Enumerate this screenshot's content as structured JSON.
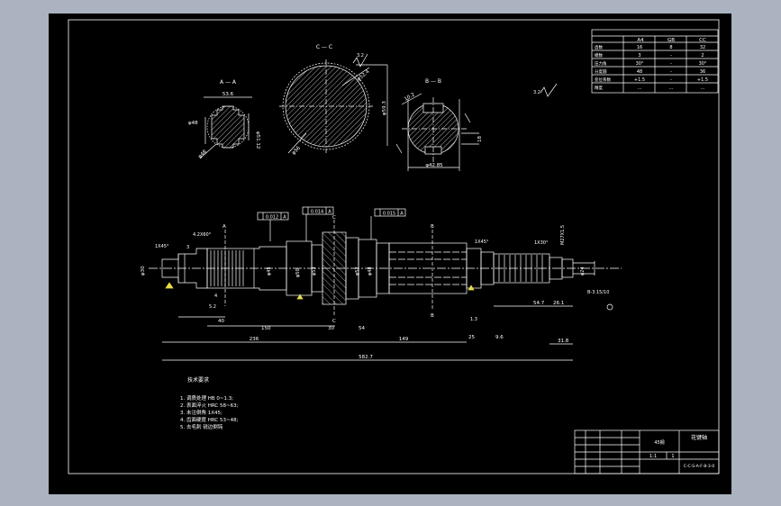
{
  "colors": {
    "background": "#aab3bf",
    "paper": "#000000",
    "line": "#ffffff",
    "highlight": "#e8dc4a"
  },
  "sections": {
    "aa": {
      "title": "A — A",
      "dim_top": "53.6",
      "dim_left": "φ48",
      "dim_right": "φ51.12",
      "dim_bottom": "φ48"
    },
    "cc": {
      "title": "C — C",
      "dim_main": "φ52.4",
      "dim_right": "φ59.3",
      "dim_left": "φ56",
      "roughness": "3.2"
    },
    "bb": {
      "title": "B — B",
      "dim_top": "10.2",
      "dim_bottom": "φ42.85",
      "dim_right": "18"
    }
  },
  "top_right_symbol": "3.2",
  "param_table": {
    "headers": [
      "",
      "A4",
      "GB",
      "CC"
    ],
    "rows": [
      [
        "齿数",
        "16",
        "8",
        "32"
      ],
      [
        "模数",
        "3",
        "-",
        "2"
      ],
      [
        "压力角",
        "30°",
        "-",
        "30°"
      ],
      [
        "分度圆",
        "48",
        "-",
        "36"
      ],
      [
        "变位系数",
        "+1.5",
        "-",
        "+1.5"
      ],
      [
        "精度",
        "...",
        "...",
        "..."
      ]
    ]
  },
  "shaft": {
    "tolerance_frames": [
      "0.012",
      "0.014",
      "0.015"
    ],
    "datum": "A",
    "dims": {
      "d_left": "φ30",
      "cham1": "1X45°",
      "cham2": "4.2X60°",
      "total": "582.7",
      "left_len": "236",
      "right_len": "149",
      "seg40": "40",
      "seg150": "150",
      "seg30": "30",
      "seg54": "54",
      "seg25": "25",
      "seg96": "9.6",
      "seg318": "31.8",
      "seg547": "54.7",
      "seg261": "26.1",
      "seg52": "5.2",
      "seg4": "4",
      "seg3": "3",
      "seg13": "1.3",
      "d_right": "φ24",
      "thread": "M27X1.5",
      "center_hole": "B-3.15/10",
      "cham3": "1X45°",
      "cham4": "1X30°",
      "section_c": "C",
      "section_b": "B",
      "section_a": "A",
      "d1": "φ45",
      "d2": "φ50",
      "d3": "φ53",
      "d4": "φ52",
      "d5": "φ48"
    }
  },
  "notes": {
    "title": "技术要求",
    "items": [
      "1. 调质处理 HB 0~1.3;",
      "2. 表面淬火 HRC 58~63;",
      "3. 未注倒角 1X45;",
      "4. 齿面硬度 HRC 53~48;",
      "5. 去毛刺 锐边倒钝"
    ]
  },
  "title_block": {
    "name": "花键轴",
    "material": "45钢",
    "drawing_no": "C-C-S-A-F-8-3-0",
    "scale": "1:1",
    "sheet": "1"
  }
}
